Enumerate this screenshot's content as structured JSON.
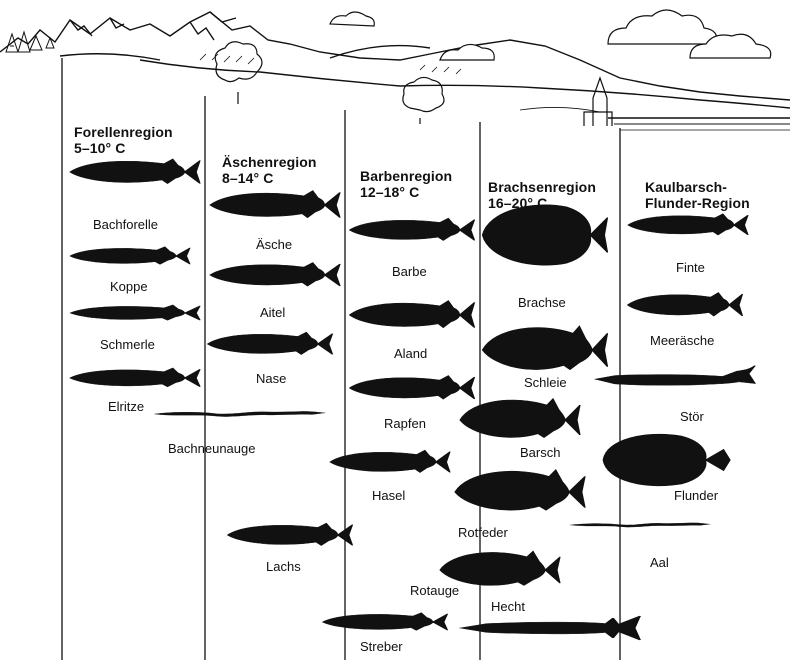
{
  "regions": [
    {
      "name": "Forellenregion",
      "temp": "5–10° C"
    },
    {
      "name": "Äschenregion",
      "temp": "8–14° C"
    },
    {
      "name": "Barbenregion",
      "temp": "12–18° C"
    },
    {
      "name": "Brachsenregion",
      "temp": "16–20° C"
    },
    {
      "name": "Kaulbarsch-\nFlunder-Region",
      "temp": ""
    }
  ],
  "fish": [
    "Bachforelle",
    "Koppe",
    "Schmerle",
    "Elritze",
    "Bachneunauge",
    "Äsche",
    "Aitel",
    "Nase",
    "Lachs",
    "Barbe",
    "Aland",
    "Rapfen",
    "Hasel",
    "Streber",
    "Brachse",
    "Schleie",
    "Barsch",
    "Rotfeder",
    "Rotauge",
    "Hecht",
    "Finte",
    "Meeräsche",
    "Stör",
    "Flunder",
    "Aal"
  ],
  "colors": {
    "ink": "#111111",
    "paper": "#ffffff"
  }
}
